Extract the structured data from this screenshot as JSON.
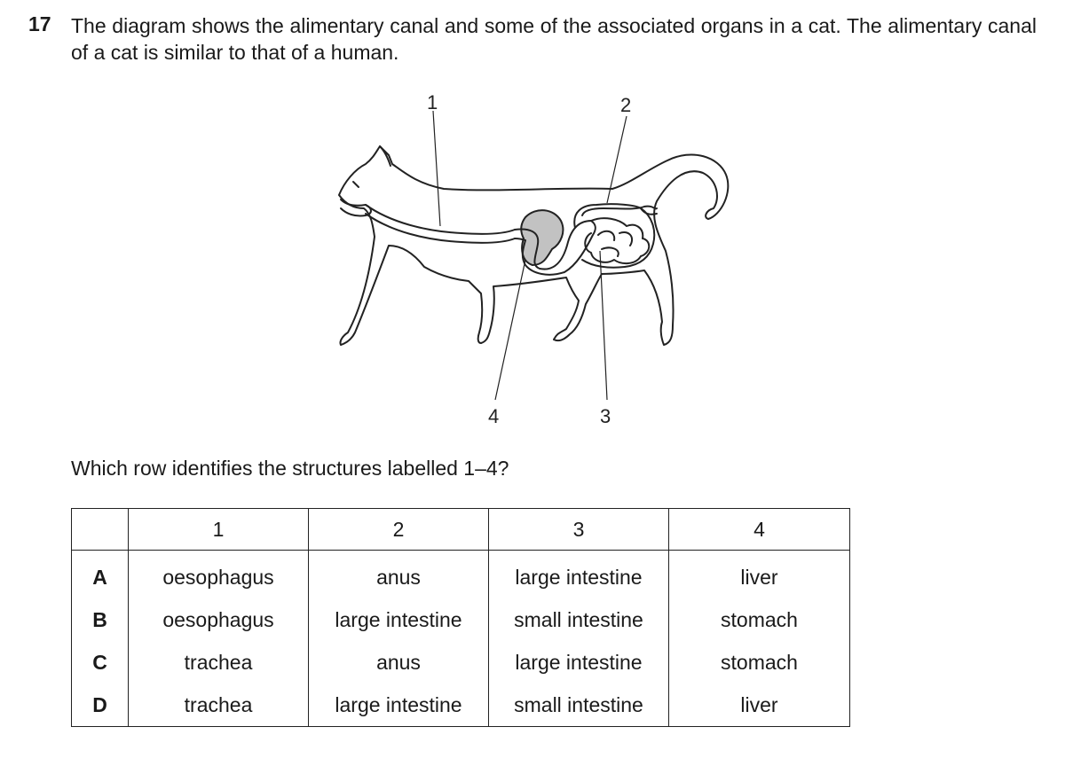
{
  "question": {
    "number": "17",
    "stem": "The diagram shows the alimentary canal and some of the associated organs in a cat. The alimentary canal of a cat is similar to that of a human.",
    "prompt": "Which row identifies the structures labelled 1–4?"
  },
  "diagram": {
    "labels": [
      "1",
      "2",
      "3",
      "4"
    ]
  },
  "table": {
    "headers": [
      "",
      "1",
      "2",
      "3",
      "4"
    ],
    "rows": [
      {
        "letter": "A",
        "cells": [
          "oesophagus",
          "anus",
          "large intestine",
          "liver"
        ]
      },
      {
        "letter": "B",
        "cells": [
          "oesophagus",
          "large intestine",
          "small intestine",
          "stomach"
        ]
      },
      {
        "letter": "C",
        "cells": [
          "trachea",
          "anus",
          "large intestine",
          "stomach"
        ]
      },
      {
        "letter": "D",
        "cells": [
          "trachea",
          "large intestine",
          "small intestine",
          "liver"
        ]
      }
    ]
  }
}
